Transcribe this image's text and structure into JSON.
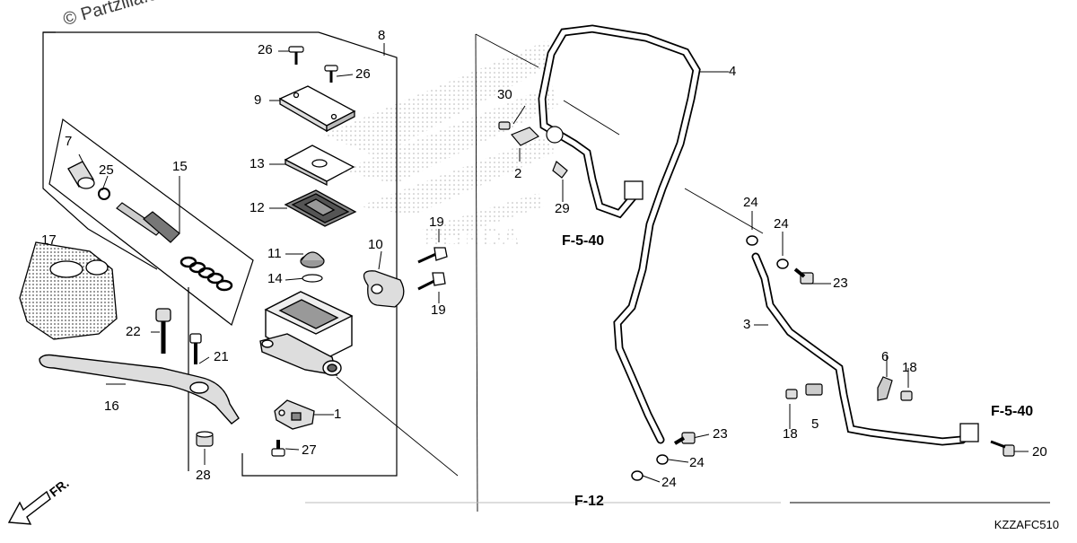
{
  "watermark": "© Partzilla.com",
  "diagram_code": "KZZAFC510",
  "front_label": "FR.",
  "part_labels": {
    "p1": "1",
    "p2": "2",
    "p3": "3",
    "p4": "4",
    "p5": "5",
    "p6": "6",
    "p7": "7",
    "p8": "8",
    "p9": "9",
    "p10": "10",
    "p11": "11",
    "p12": "12",
    "p13": "13",
    "p14": "14",
    "p15": "15",
    "p16": "16",
    "p17": "17",
    "p18a": "18",
    "p18b": "18",
    "p19a": "19",
    "p19b": "19",
    "p20": "20",
    "p21": "21",
    "p22": "22",
    "p23a": "23",
    "p23b": "23",
    "p24a": "24",
    "p24b": "24",
    "p24c": "24",
    "p24d": "24",
    "p25": "25",
    "p26a": "26",
    "p26b": "26",
    "p27": "27",
    "p28": "28",
    "p29": "29",
    "p30": "30"
  },
  "references": {
    "ref_a": "F-5-40",
    "ref_b": "F-5-40",
    "ref_c": "F-12"
  }
}
